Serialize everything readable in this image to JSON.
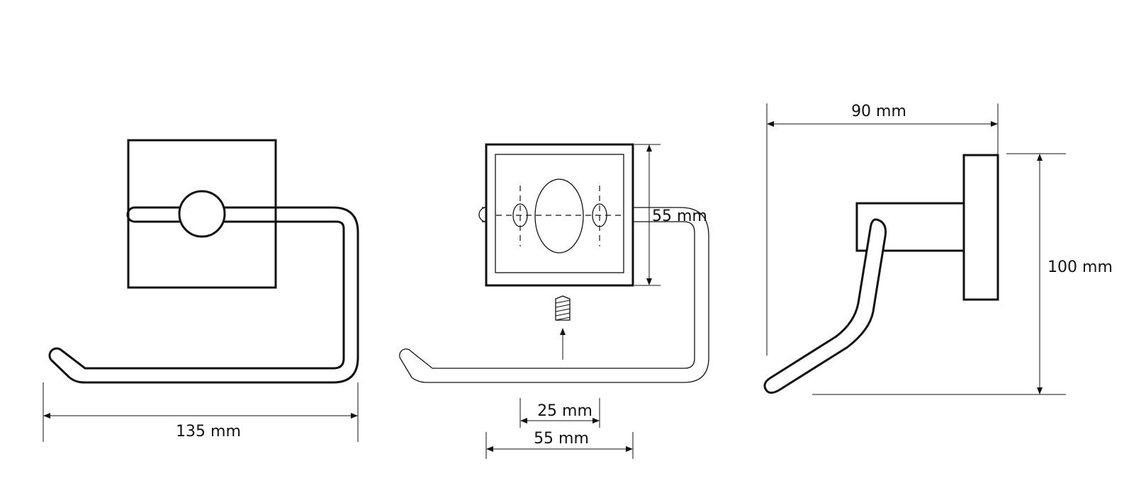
{
  "colors": {
    "line": "#111111",
    "background": "#ffffff"
  },
  "dimensions": {
    "front_width": "135 mm",
    "plate_height": "55 mm",
    "hole_spacing": "25 mm",
    "plate_width": "55 mm",
    "depth": "90 mm",
    "side_height": "100 mm"
  }
}
